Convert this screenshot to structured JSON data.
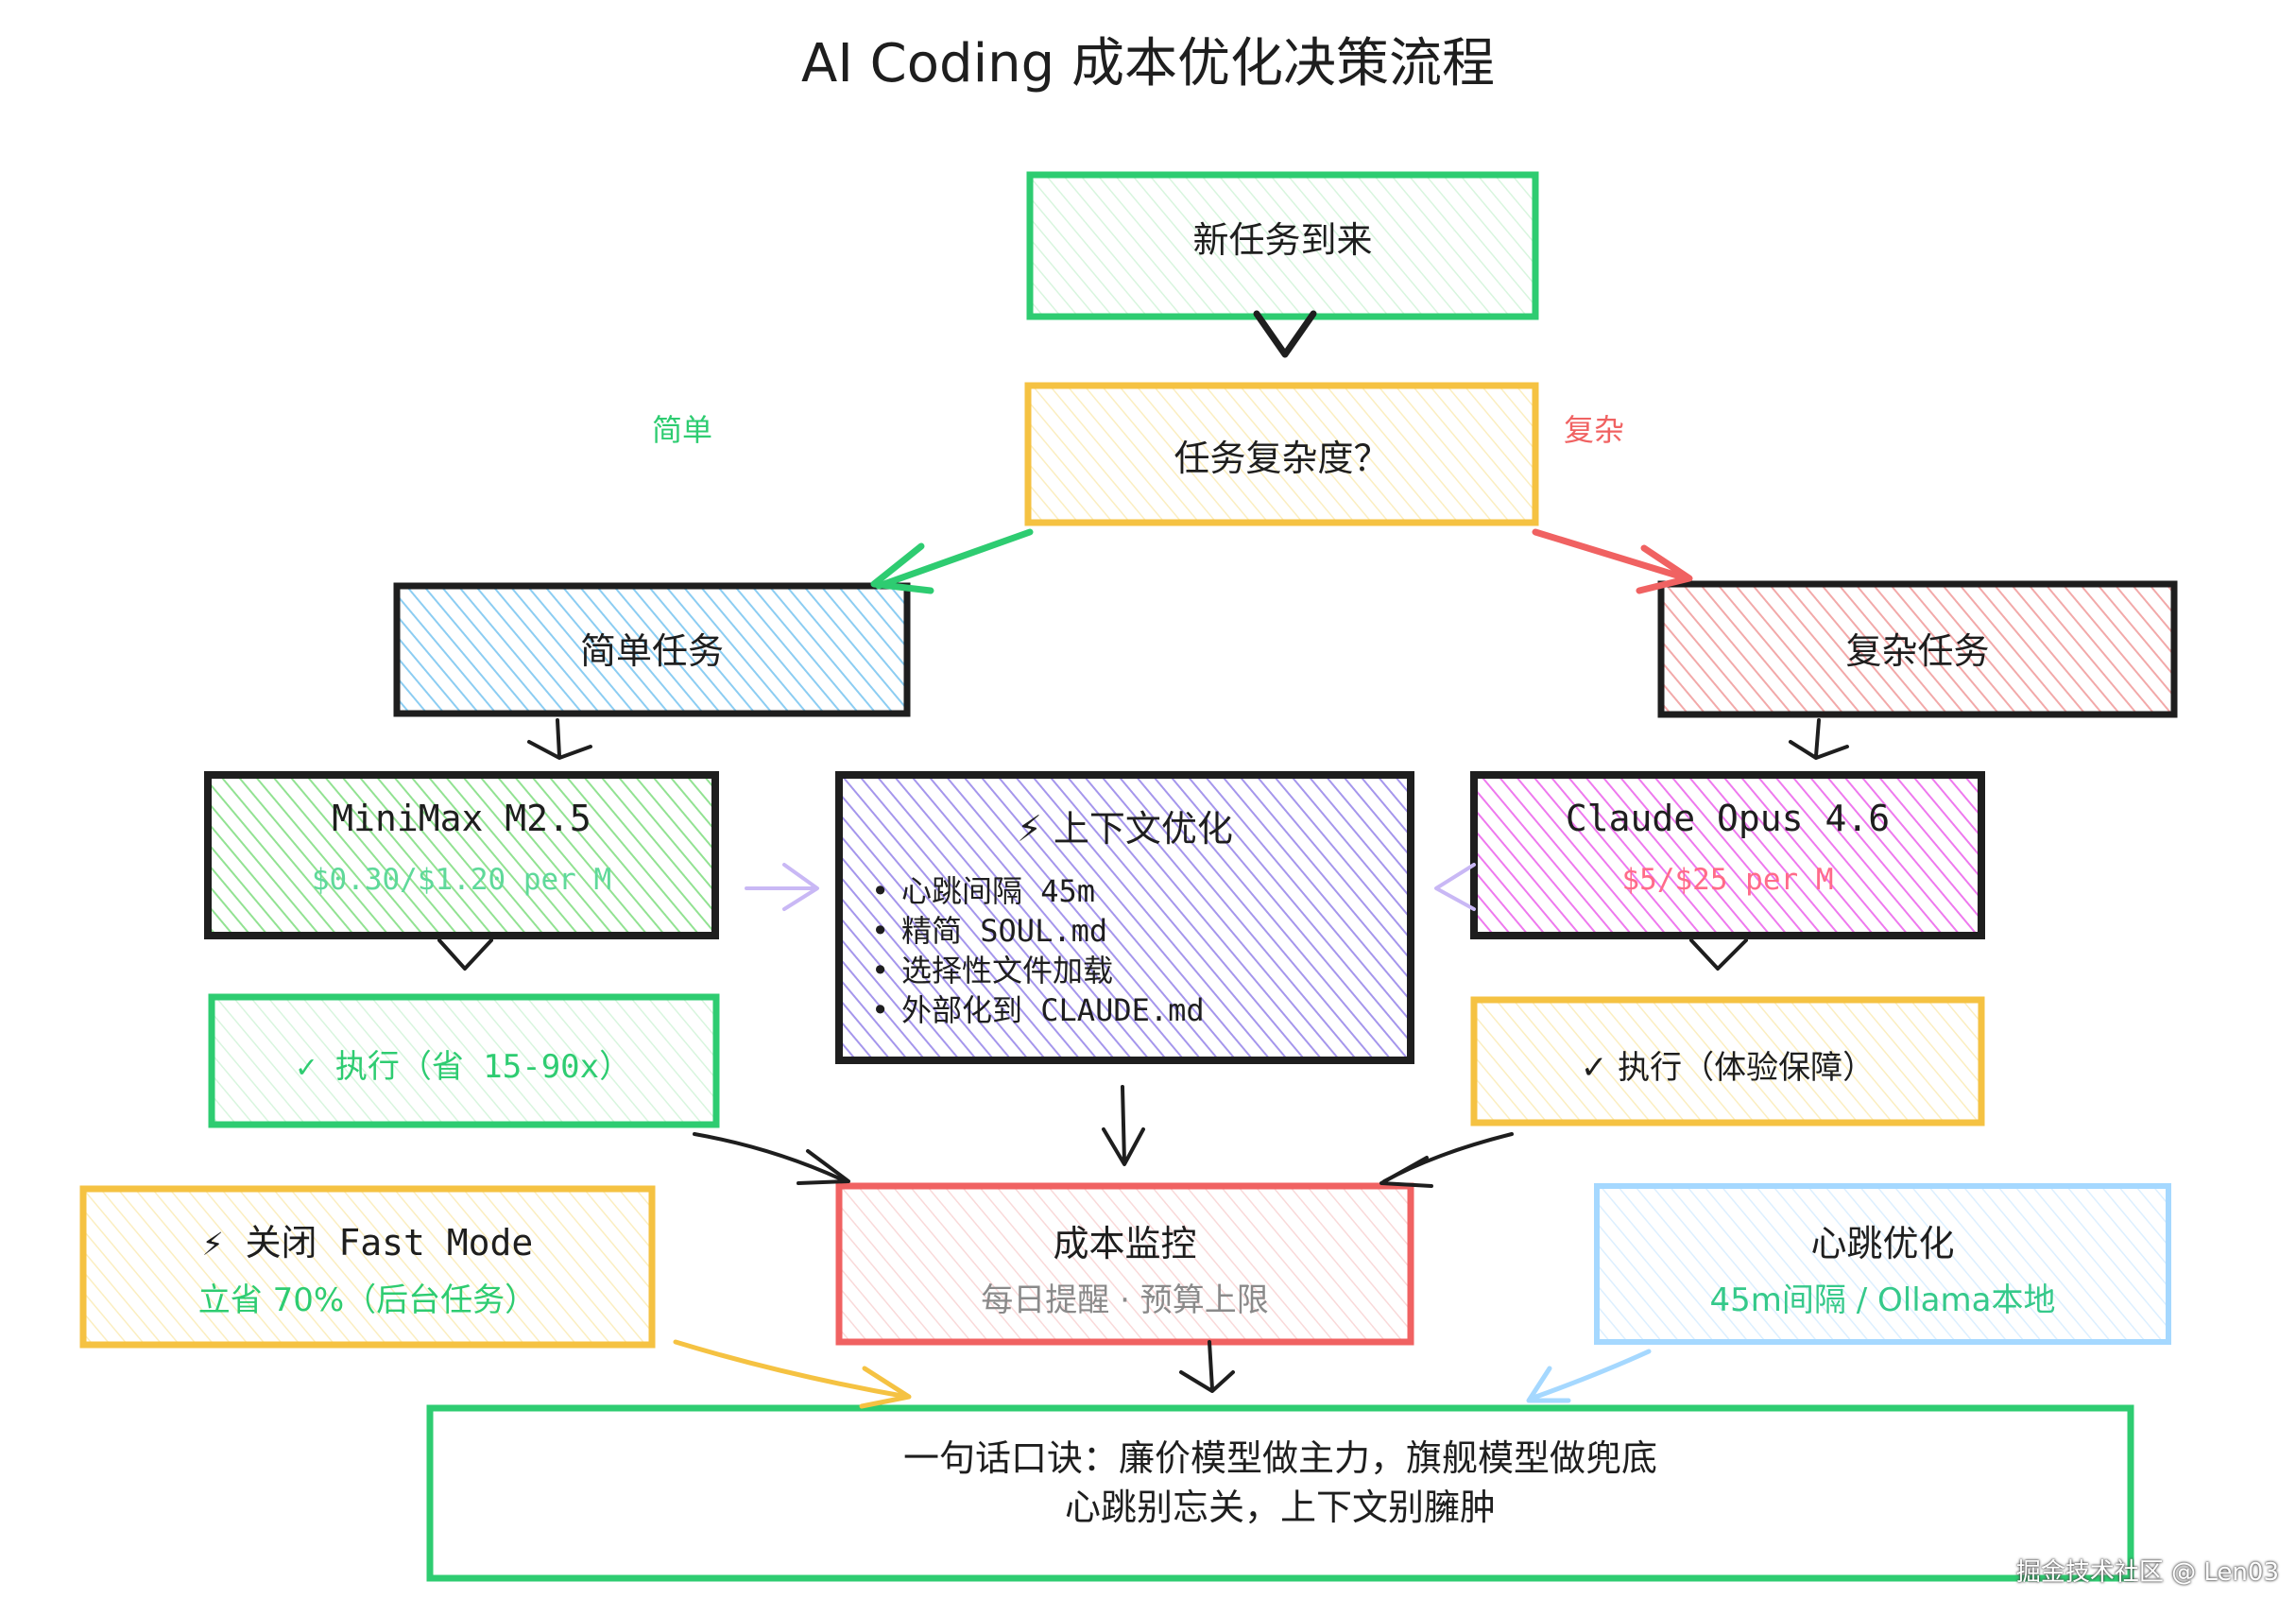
{
  "title": "AI Coding 成本优化决策流程",
  "branch_labels": {
    "simple": "简单",
    "complex": "复杂"
  },
  "nodes": {
    "new_task": "新任务到来",
    "complexity": "任务复杂度？",
    "simple_task": "简单任务",
    "complex_task": "复杂任务",
    "minimax": {
      "name": "MiniMax M2.5",
      "price": "$0.30/$1.20 per M"
    },
    "context": {
      "title": "⚡ 上下文优化",
      "items": [
        "心跳间隔 45m",
        "精简 SOUL.md",
        "选择性文件加载",
        "外部化到 CLAUDE.md"
      ]
    },
    "claude": {
      "name": "Claude Opus 4.6",
      "price": "$5/$25 per M"
    },
    "exec_cheap": "✓ 执行（省 15-90x）",
    "exec_exp": "✓ 执行（体验保障）",
    "fast_mode": {
      "title": "⚡ 关闭 Fast Mode",
      "sub": "立省 70%（后台任务）"
    },
    "monitor": {
      "title": "成本监控",
      "sub": "每日提醒 · 预算上限"
    },
    "heartbeat": {
      "title": "心跳优化",
      "sub": "45m间隔 / Ollama本地"
    },
    "summary": {
      "line1": "一句话口诀：廉价模型做主力，旗舰模型做兜底",
      "line2": "心跳别忘关，上下文别臃肿"
    }
  },
  "colors": {
    "green": "#2ecc71",
    "yellow": "#f5c242",
    "red": "#f06262",
    "blue_fill": "#a8d8f5",
    "pink_fill": "#f7bcbc",
    "green_fill": "#b6efb6",
    "purple_fill": "#c0b3f2",
    "magenta_fill": "#f28ef2",
    "light_blue": "#a5d8ff",
    "price_green": "#5fd99a",
    "price_red": "#ff6b8a",
    "heartbeat_text": "#35c98a"
  },
  "watermark": "掘金技术社区 @ Len03"
}
